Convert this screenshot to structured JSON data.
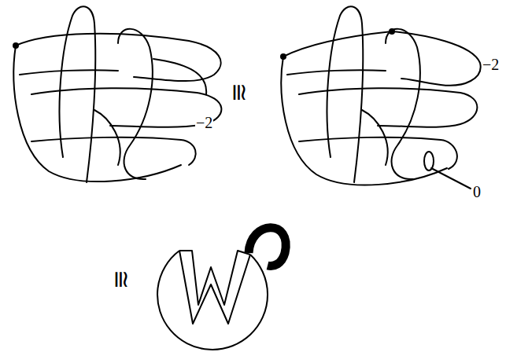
{
  "diagram": {
    "labels": [
      "−2",
      "≅",
      "−2",
      "0",
      "≅"
    ]
  }
}
